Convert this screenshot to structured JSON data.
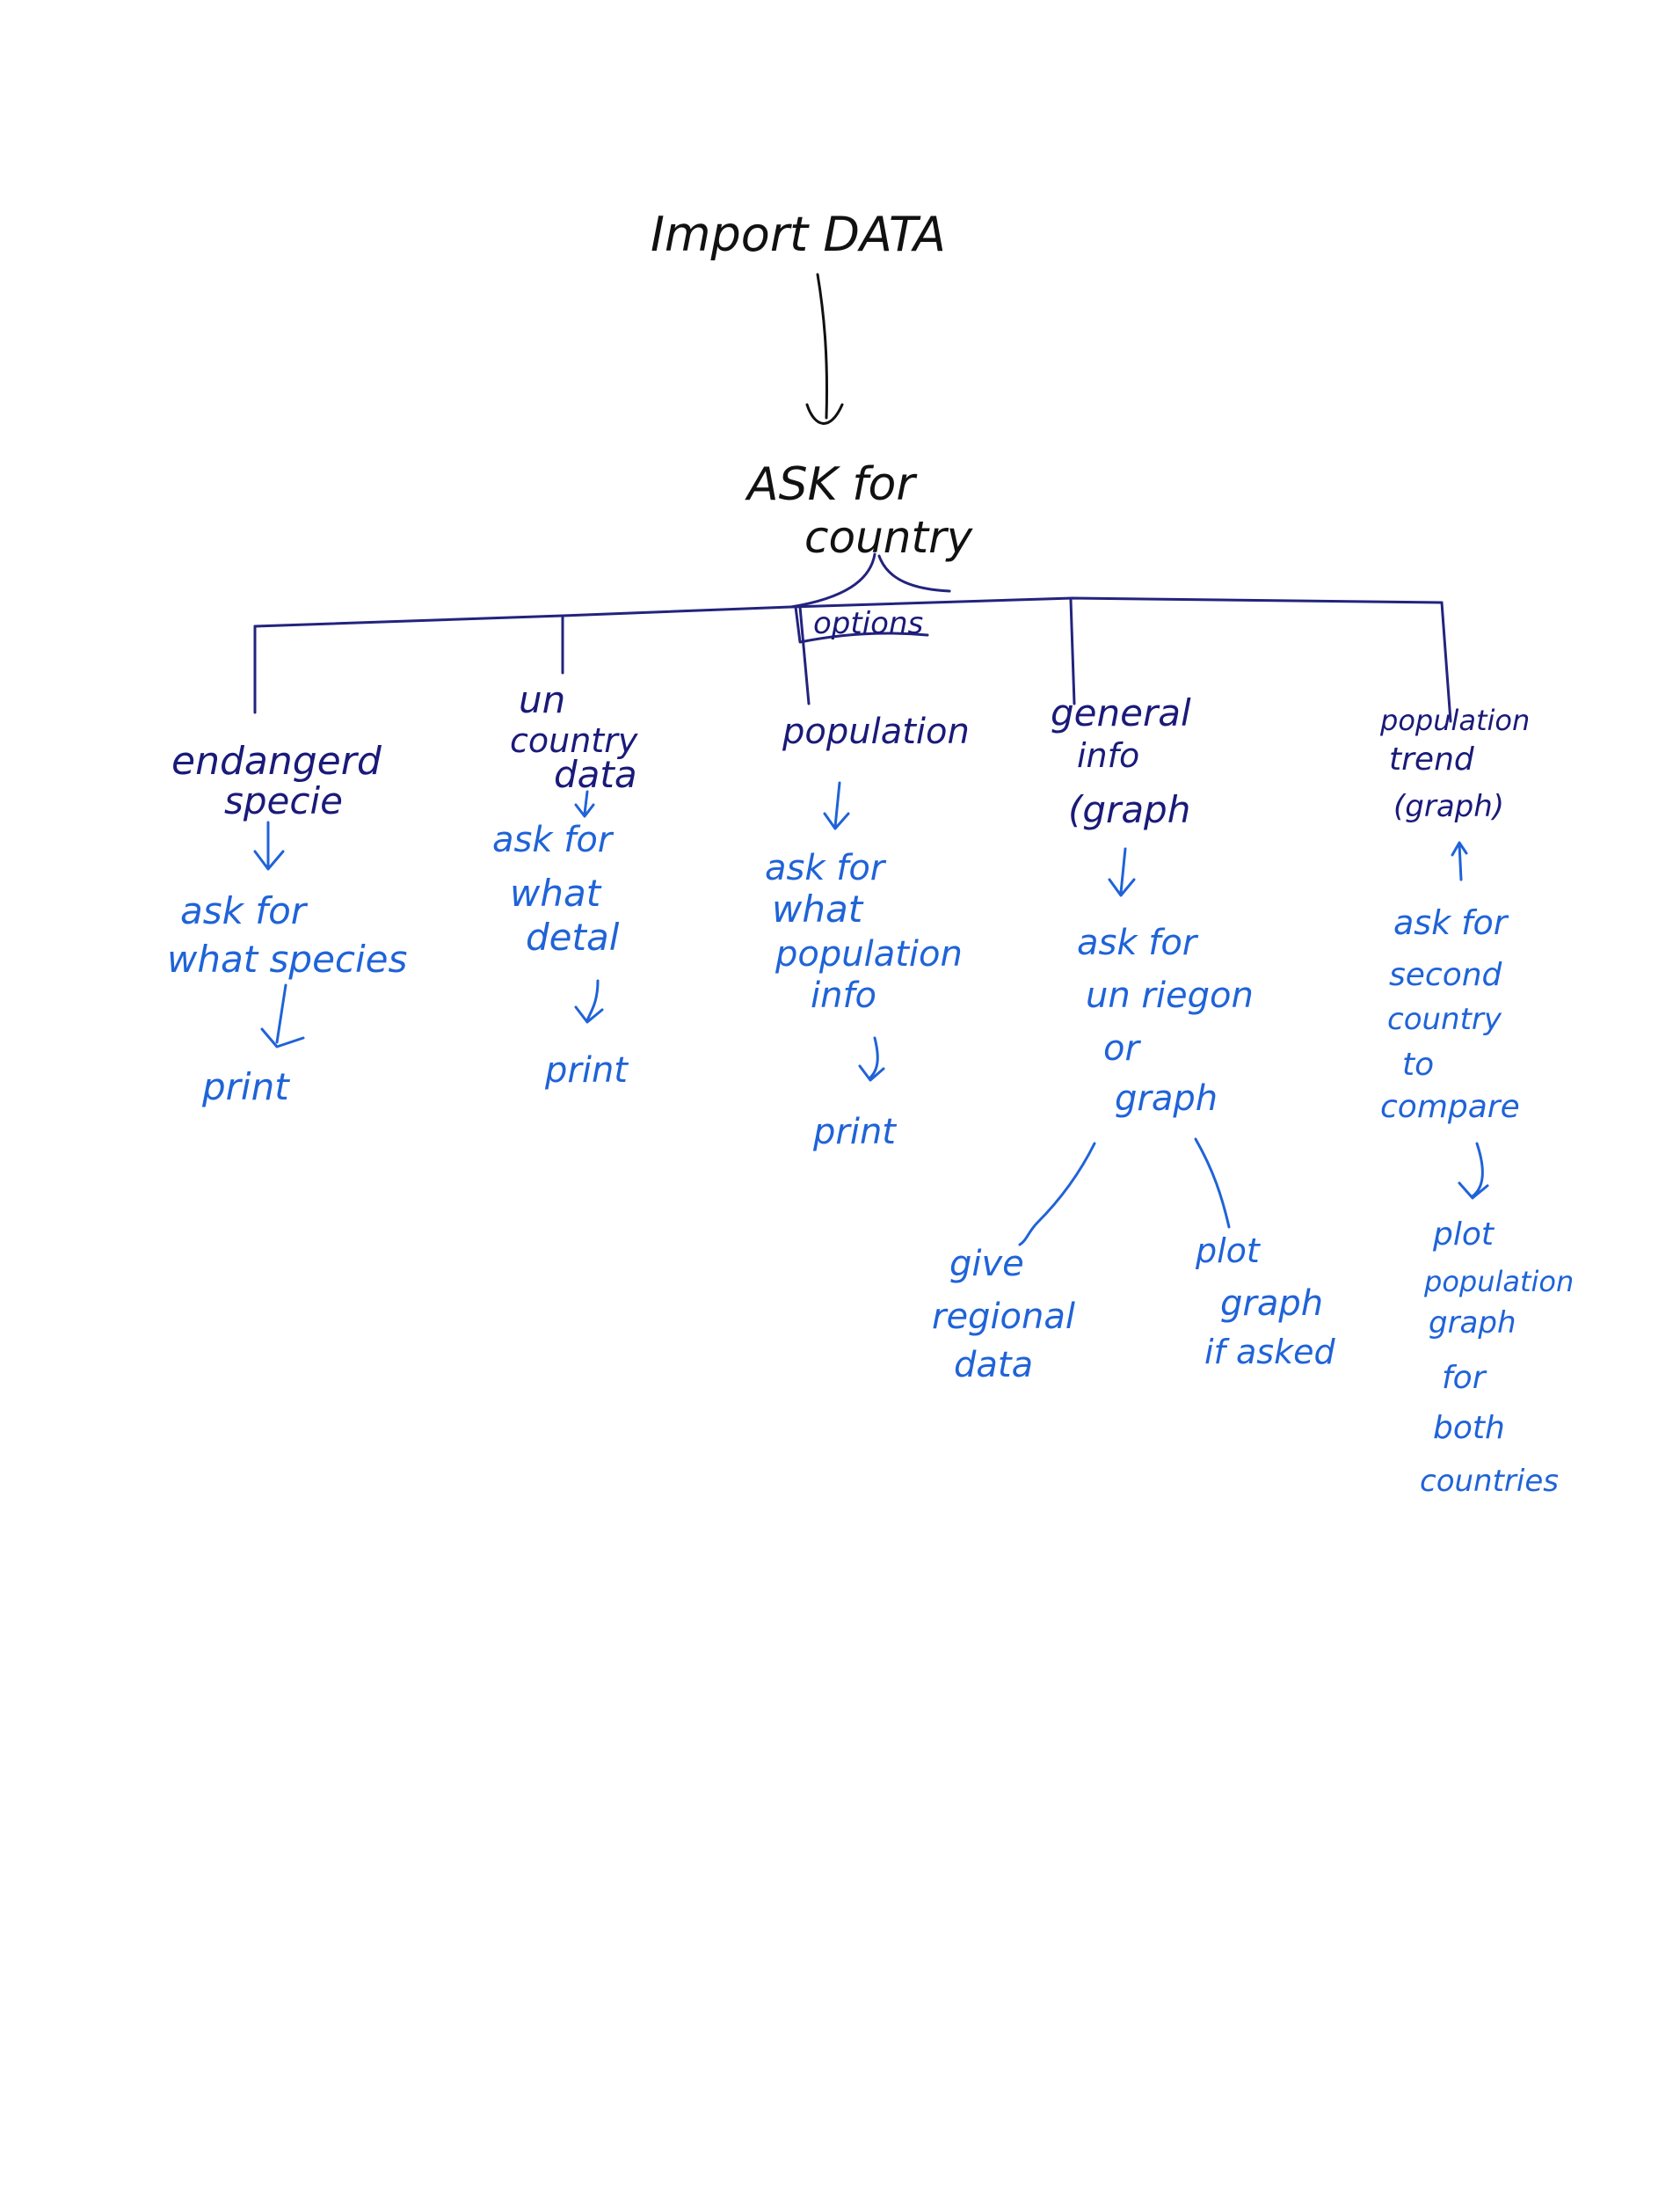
{
  "root": {
    "label": "Import   DATA"
  },
  "ask_country": {
    "line1": "ASK  for",
    "line2": "country"
  },
  "options_label": "options",
  "branches": [
    {
      "title": [
        "endangerd",
        "specie"
      ],
      "steps": [
        [
          "ask  for",
          "what  species"
        ],
        [
          "print"
        ]
      ]
    },
    {
      "title": [
        "un",
        "country",
        "data"
      ],
      "steps": [
        [
          "ask       for",
          "what",
          "detal"
        ],
        [
          "print"
        ]
      ]
    },
    {
      "title": [
        "population"
      ],
      "steps": [
        [
          "ask   for",
          "what",
          "population",
          "info"
        ],
        [
          "print"
        ]
      ]
    },
    {
      "title": [
        "general",
        "info",
        "(graph"
      ],
      "steps": [
        [
          "ask  for",
          "un  riegon",
          "or",
          "graph"
        ]
      ],
      "sub": [
        [
          "give",
          "regional",
          "data"
        ],
        [
          "plot",
          "graph",
          "if  asked"
        ]
      ]
    },
    {
      "title": [
        "population",
        "trend",
        "(graph)"
      ],
      "steps": [
        [
          "ask  for",
          "second",
          "country",
          "to",
          "compare"
        ],
        [
          "plot",
          "population",
          "graph",
          "for",
          "both",
          "countries"
        ]
      ]
    }
  ]
}
